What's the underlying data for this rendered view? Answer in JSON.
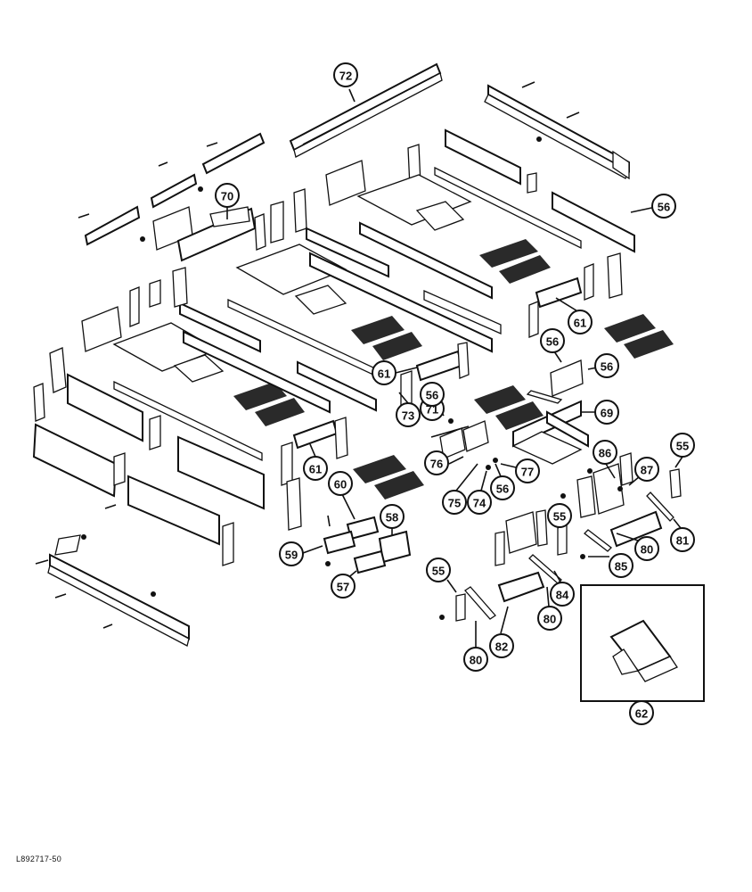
{
  "figure_code": "L892717-50",
  "callouts": {
    "c72": "72",
    "c70": "70",
    "c56a": "56",
    "c61a": "61",
    "c56b": "56",
    "c56c": "56",
    "c61b": "61",
    "c73": "73",
    "c71": "71",
    "c56d": "56",
    "c69": "69",
    "c61c": "61",
    "c76": "76",
    "c77": "77",
    "c75": "75",
    "c74": "74",
    "c56e": "56",
    "c86": "86",
    "c55a": "55",
    "c87": "87",
    "c60": "60",
    "c58": "58",
    "c59": "59",
    "c57": "57",
    "c55b": "55",
    "c80a": "80",
    "c81": "81",
    "c85": "85",
    "c84": "84",
    "c55c": "55",
    "c80b": "80",
    "c82": "82",
    "c80c": "80",
    "c62": "62"
  }
}
